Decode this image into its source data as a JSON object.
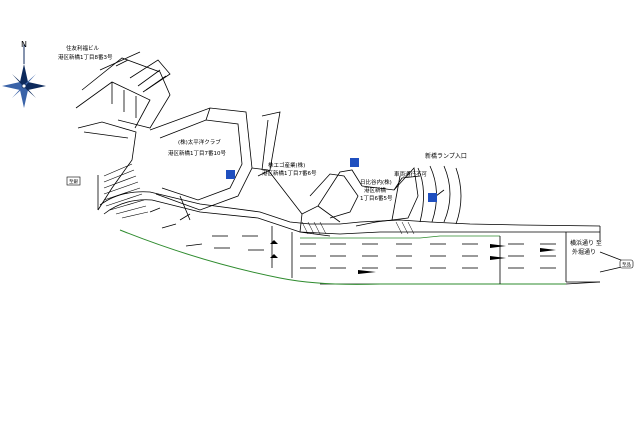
{
  "compass": {
    "north_label": "N"
  },
  "labels": {
    "building_1": [
      "住友利福ビル",
      "港区新橋1丁目8番3号"
    ],
    "building_2": [
      "(株)太平洋クラブ",
      "港区新橋1丁目7番10号"
    ],
    "building_3": [
      "株エゴ産業(株)",
      "港区新橋1丁目7番6号"
    ],
    "building_4": [
      "日比谷内(株)",
      "港区新橋",
      "1丁目6番5号"
    ],
    "ramp_entrance": "新橋ランプ入口",
    "height_limit": "車両通行不可",
    "crossing_label": [
      "横浜通り 至",
      "外堀通り"
    ],
    "left_marker": "至銀",
    "right_marker": "至品"
  },
  "colors": {
    "line": "#000000",
    "curb_green": "#2e8b2e",
    "sign_blue": "#1f4fbf",
    "compass_navy": "#0d2a5c"
  }
}
